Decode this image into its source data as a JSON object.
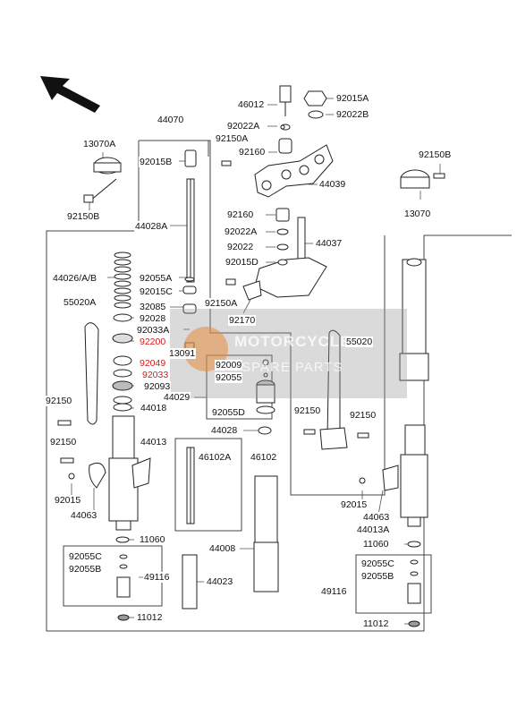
{
  "diagram": {
    "watermark": {
      "title": "MOTORCYCLE",
      "subtitle": "SPARE PARTS"
    },
    "callouts": {
      "c44070": "44070",
      "c13070A": "13070A",
      "c92150B_left": "92150B",
      "c92015B": "92015B",
      "c44028A": "44028A",
      "c44026": "44026/A/B",
      "c55020A": "55020A",
      "c92055A": "92055A",
      "c92015C": "92015C",
      "c32085": "32085",
      "c92028": "92028",
      "c92033A": "92033A",
      "c92200": "92200",
      "c13091": "13091",
      "c92049": "92049",
      "c92033": "92033",
      "c92093": "92093",
      "c44018": "44018",
      "c44029": "44029",
      "c44013": "44013",
      "c92150_a": "92150",
      "c92150_b": "92150",
      "c92015_left": "92015",
      "c44063_left": "44063",
      "c11060_left": "11060",
      "c92055C_left": "92055C",
      "c92055B_left": "92055B",
      "c49116_left": "49116",
      "c11012_left": "11012",
      "c46102A": "46102A",
      "c46102": "46102",
      "c44008": "44008",
      "c44023": "44023",
      "c44028": "44028",
      "c92009": "92009",
      "c92055": "92055",
      "c92055D": "92055D",
      "c46012": "46012",
      "c92015A": "92015A",
      "c92022B": "92022B",
      "c92022A_top": "92022A",
      "c92150A_top": "92150A",
      "c92160_top": "92160",
      "c44039": "44039",
      "c92150B_right": "92150B",
      "c13070": "13070",
      "c92160": "92160",
      "c92022A": "92022A",
      "c44037": "44037",
      "c92022": "92022",
      "c92015D": "92015D",
      "c92150A": "92150A",
      "c92170": "92170",
      "c55020": "55020",
      "c92150_c": "92150",
      "c92150_d": "92150",
      "c92015_right": "92015",
      "c44063_right": "44063",
      "c44013A": "44013A",
      "c11060_right": "11060",
      "c92055C_right": "92055C",
      "c92055B_right": "92055B",
      "c49116_right": "49116",
      "c11012_right": "11012"
    }
  }
}
